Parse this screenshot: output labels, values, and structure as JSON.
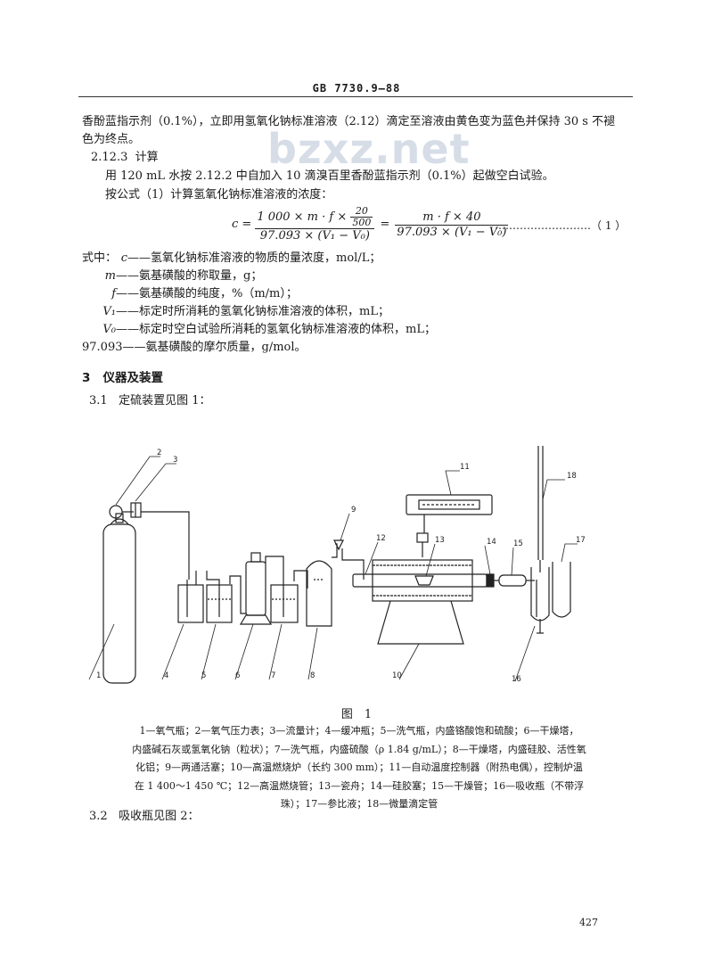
{
  "header": {
    "code": "GB 7730.9—88"
  },
  "watermark": "bzxz.net",
  "body": {
    "line1": "香酚蓝指示剂（0.1%），立即用氢氧化钠标准溶液（2.12）滴定至溶液由黄色变为蓝色并保持 30 s 不褪",
    "line2": "色为终点。",
    "sec_2123_num": "2.12.3",
    "sec_2123_title": "计算",
    "line3": "用 120 mL 水按 2.12.2 中自加入 10 滴溴百里香酚蓝指示剂（0.1%）起做空白试验。",
    "line4": "按公式（1）计算氢氧化钠标准溶液的浓度："
  },
  "formula": {
    "lhs": "c =",
    "num1_prefix": "1 000 × m · f ×",
    "inner_num": "20",
    "inner_den": "500",
    "den1": "97.093 × (V₁ − V₀)",
    "eq": "=",
    "num2": "m · f × 40",
    "den2": "97.093 × (V₁ − V₀)",
    "number": "………………………（ 1 ）"
  },
  "definitions": {
    "intro": "式中：",
    "items": [
      {
        "sym": "c",
        "desc": "——氢氧化钠标准溶液的物质的量浓度，mol/L；"
      },
      {
        "sym": "m",
        "desc": "——氨基磺酸的称取量，g；"
      },
      {
        "sym": "f",
        "desc": "——氨基磺酸的纯度，%（m/m）；"
      },
      {
        "sym": "V₁",
        "desc": "——标定时所消耗的氢氧化钠标准溶液的体积，mL；"
      },
      {
        "sym": "V₀",
        "desc": "——标定时空白试验所消耗的氢氧化钠标准溶液的体积，mL；"
      }
    ],
    "last": "97.093——氨基磺酸的摩尔质量，g/mol。"
  },
  "section3": {
    "num": "3",
    "title": "仪器及装置"
  },
  "s31": {
    "num": "3.1",
    "text": "定硫装置见图 1："
  },
  "figure": {
    "labels": [
      "1",
      "2",
      "3",
      "4",
      "5",
      "6",
      "7",
      "8",
      "9",
      "10",
      "11",
      "12",
      "13",
      "14",
      "15",
      "16",
      "17",
      "18"
    ],
    "title": "图　1",
    "caption_lines": [
      "1—氧气瓶；2—氧气压力表；3—流量计；4—缓冲瓶；5—洗气瓶，内盛铬酸饱和硫酸；6—干燥塔，",
      "内盛碱石灰或氢氧化钠（粒状）；7—洗气瓶，内盛硫酸（ρ 1.84 g/mL）；8—干燥塔，内盛硅胶、活性氧",
      "化铝；9—两通活塞；10—高温燃烧炉（长约 300 mm）；11—自动温度控制器（附热电偶），控制炉温",
      "在 1 400～1 450 ℃；12—高温燃烧管；13—瓷舟；14—硅胶塞；15—干燥管；16—吸收瓶（不带浮",
      "珠）；17—参比液；18—微量滴定管"
    ]
  },
  "s32": {
    "num": "3.2",
    "text": "吸收瓶见图 2："
  },
  "page_number": "427"
}
